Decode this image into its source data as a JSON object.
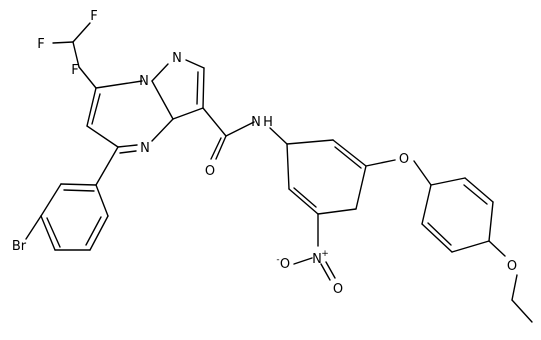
{
  "molecule": {
    "atom_labels": {
      "F1": "F",
      "F2": "F",
      "F3": "F",
      "N_ring_1": "N",
      "N_ring_2": "N",
      "N_ring_3": "N",
      "O_carbonyl": "O",
      "NH": "N",
      "H": "H",
      "O_ether_1": "O",
      "N_nitro": "N",
      "N_nitro_charge": "+",
      "O_nitro_1": "O",
      "O_nitro_1_charge": "-",
      "O_nitro_2": "O",
      "O_ether_2": "O",
      "Br": "Br"
    }
  }
}
